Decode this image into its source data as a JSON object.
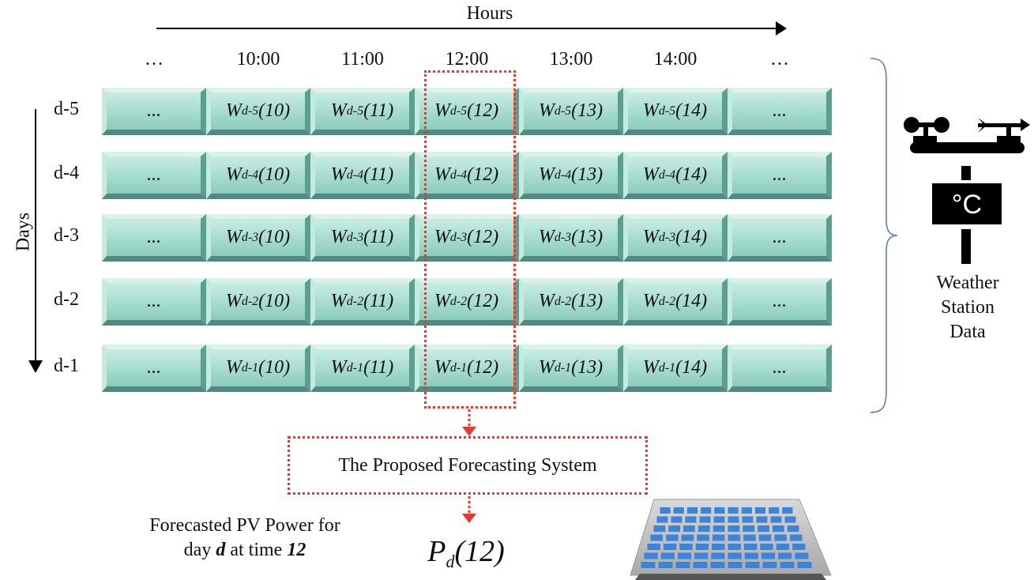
{
  "axes": {
    "hours_title": "Hours",
    "days_title": "Days"
  },
  "hours": [
    "…",
    "10:00",
    "11:00",
    "12:00",
    "13:00",
    "14:00",
    "…"
  ],
  "days": [
    "d-5",
    "d-4",
    "d-3",
    "d-2",
    "d-1"
  ],
  "grid": [
    {
      "day_sub": "d-5",
      "cells": [
        "...",
        "W|d-5|(10)",
        "W|d-5|(11)",
        "W|d-5|(12)",
        "W|d-5|(13)",
        "W|d-5|(14)",
        "..."
      ]
    },
    {
      "day_sub": "d-4",
      "cells": [
        "...",
        "W|d-4|(10)",
        "W|d-4|(11)",
        "W|d-4|(12)",
        "W|d-4|(13)",
        "W|d-4|(14)",
        "..."
      ]
    },
    {
      "day_sub": "d-3",
      "cells": [
        "...",
        "W|d-3|(10)",
        "W|d-3|(11)",
        "W|d-3|(12)",
        "W|d-3|(13)",
        "W|d-3|(14)",
        "..."
      ]
    },
    {
      "day_sub": "d-2",
      "cells": [
        "...",
        "W|d-2|(10)",
        "W|d-2|(11)",
        "W|d-2|(12)",
        "W|d-2|(13)",
        "W|d-2|(14)",
        "..."
      ]
    },
    {
      "day_sub": "d-1",
      "cells": [
        "...",
        "W|d-1|(10)",
        "W|d-1|(11)",
        "W|d-1|(12)",
        "W|d-1|(13)",
        "W|d-1|(14)",
        "..."
      ]
    }
  ],
  "system_label": "The Proposed Forecasting System",
  "forecast_note": {
    "line1": "Forecasted PV Power for",
    "line2_prefix": "day ",
    "line2_day": "d",
    "line2_mid": " at time ",
    "line2_time": "12"
  },
  "output": {
    "symbol": "P",
    "sub": "d",
    "arg": "(12)"
  },
  "weather": {
    "unit_symbol": "°C",
    "label_lines": [
      "Weather",
      "Station",
      "Data"
    ]
  },
  "colors": {
    "highlight": "#e8382f",
    "cell": "#a5dccd",
    "brace": "#5a7fc4",
    "panel_cell": "#3b84d9"
  }
}
